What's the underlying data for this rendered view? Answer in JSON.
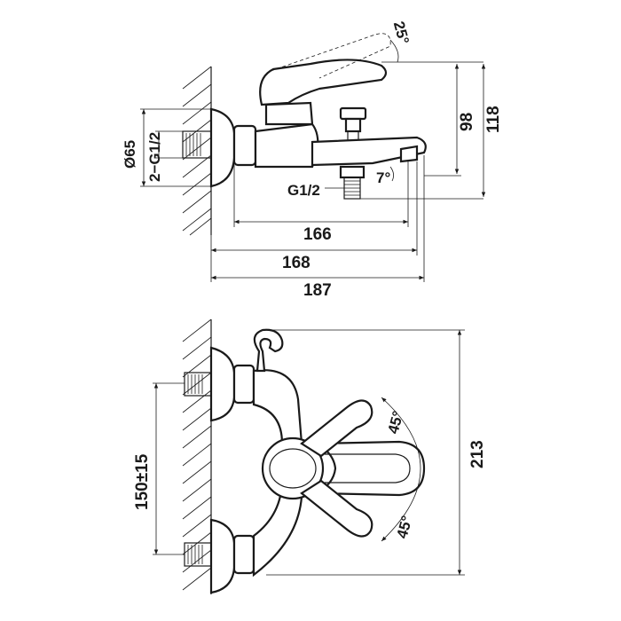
{
  "top_view": {
    "angle_lever": "25°",
    "height_98": "98",
    "height_118": "118",
    "diameter": "Ø65",
    "thread_inlet": "2−G1/2",
    "thread_outlet": "G1/2",
    "angle_spout": "7°",
    "length_166": "166",
    "length_168": "168",
    "length_187": "187"
  },
  "front_view": {
    "centers": "150±15",
    "angle_upper": "45°",
    "angle_lower": "45°",
    "height_213": "213"
  },
  "colors": {
    "line": "#1a1a1a",
    "background": "#ffffff"
  }
}
